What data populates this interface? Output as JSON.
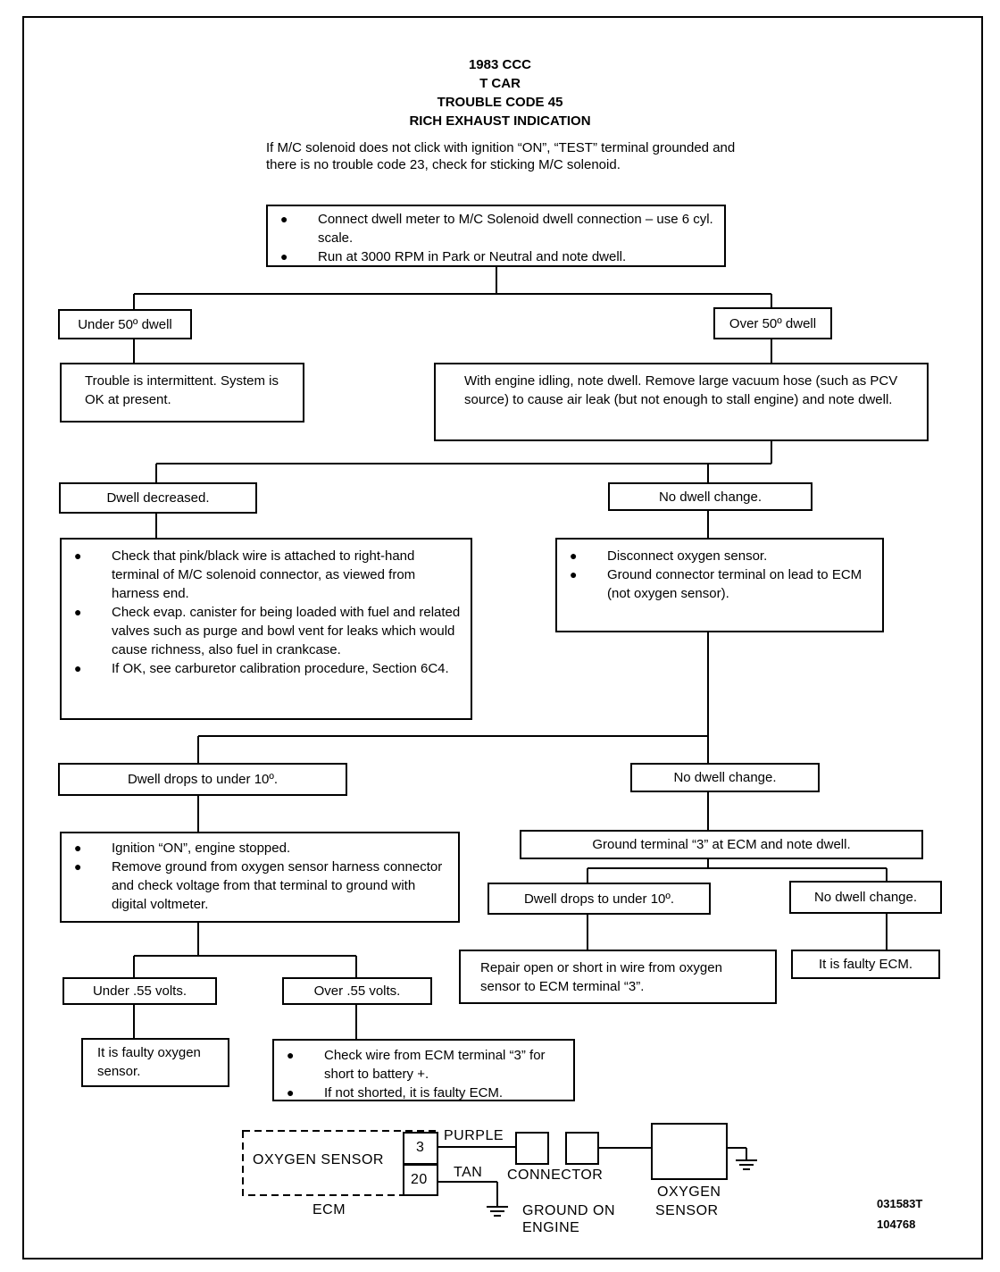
{
  "header": {
    "line1": "1983 CCC",
    "line2": "T CAR",
    "line3": "TROUBLE CODE 45",
    "line4": "RICH EXHAUST INDICATION"
  },
  "intro": "If M/C solenoid does not click with ignition “ON”, “TEST” terminal grounded and there is no trouble code 23, check for sticking M/C solenoid.",
  "nodes": {
    "start": {
      "bullets": [
        "Connect dwell meter to M/C Solenoid dwell connection – use 6 cyl. scale.",
        "Run at 3000 RPM in Park or Neutral and note dwell."
      ]
    },
    "under50": "Under 50º dwell",
    "over50": "Over 50º dwell",
    "intermittent": "Trouble is intermittent. System is OK at present.",
    "idle_check": "With engine idling, note dwell. Remove large vacuum hose (such as PCV source) to cause air leak (but not enough to stall engine) and note dwell.",
    "dwell_decreased": "Dwell decreased.",
    "no_change_1": "No dwell change.",
    "decreased_actions": {
      "bullets": [
        "Check that pink/black wire is attached to right-hand terminal of M/C solenoid connector, as viewed from harness end.",
        "Check evap. canister for being loaded with fuel and related valves such as purge and bowl vent for leaks which would cause richness, also fuel in crankcase.",
        "If OK, see carburetor calibration procedure, Section 6C4."
      ]
    },
    "disconnect": {
      "bullets": [
        "Disconnect oxygen sensor.",
        "Ground connector terminal on lead to ECM (not oxygen sensor)."
      ]
    },
    "drops_10_a": "Dwell drops to under 10º.",
    "no_change_2": "No dwell change.",
    "ignition_on": {
      "bullets": [
        "Ignition “ON”, engine stopped.",
        "Remove ground from oxygen sensor harness connector and check voltage from that terminal to ground with digital voltmeter."
      ]
    },
    "ground_t3": "Ground terminal “3” at ECM and note dwell.",
    "drops_10_b": "Dwell drops to under 10º.",
    "no_change_3": "No dwell change.",
    "repair": "Repair open or short in wire from oxygen sensor to ECM terminal “3”.",
    "faulty_ecm": "It is faulty ECM.",
    "under_55": "Under .55 volts.",
    "over_55": "Over .55 volts.",
    "faulty_o2": "It is faulty oxygen sensor.",
    "check_wire": {
      "bullets": [
        "Check wire from ECM terminal “3” for short to battery +.",
        "If not shorted, it is faulty ECM."
      ]
    }
  },
  "wiring": {
    "ecm_box_label": "OXYGEN SENSOR",
    "ecm_label": "ECM",
    "pin_3": "3",
    "pin_20": "20",
    "wire_purple": "PURPLE",
    "wire_tan": "TAN",
    "connector": "CONNECTOR",
    "ground_line1": "GROUND ON",
    "ground_line2": "ENGINE",
    "sensor_line1": "OXYGEN",
    "sensor_line2": "SENSOR"
  },
  "codes": {
    "code1": "031583T",
    "code2": "104768"
  }
}
